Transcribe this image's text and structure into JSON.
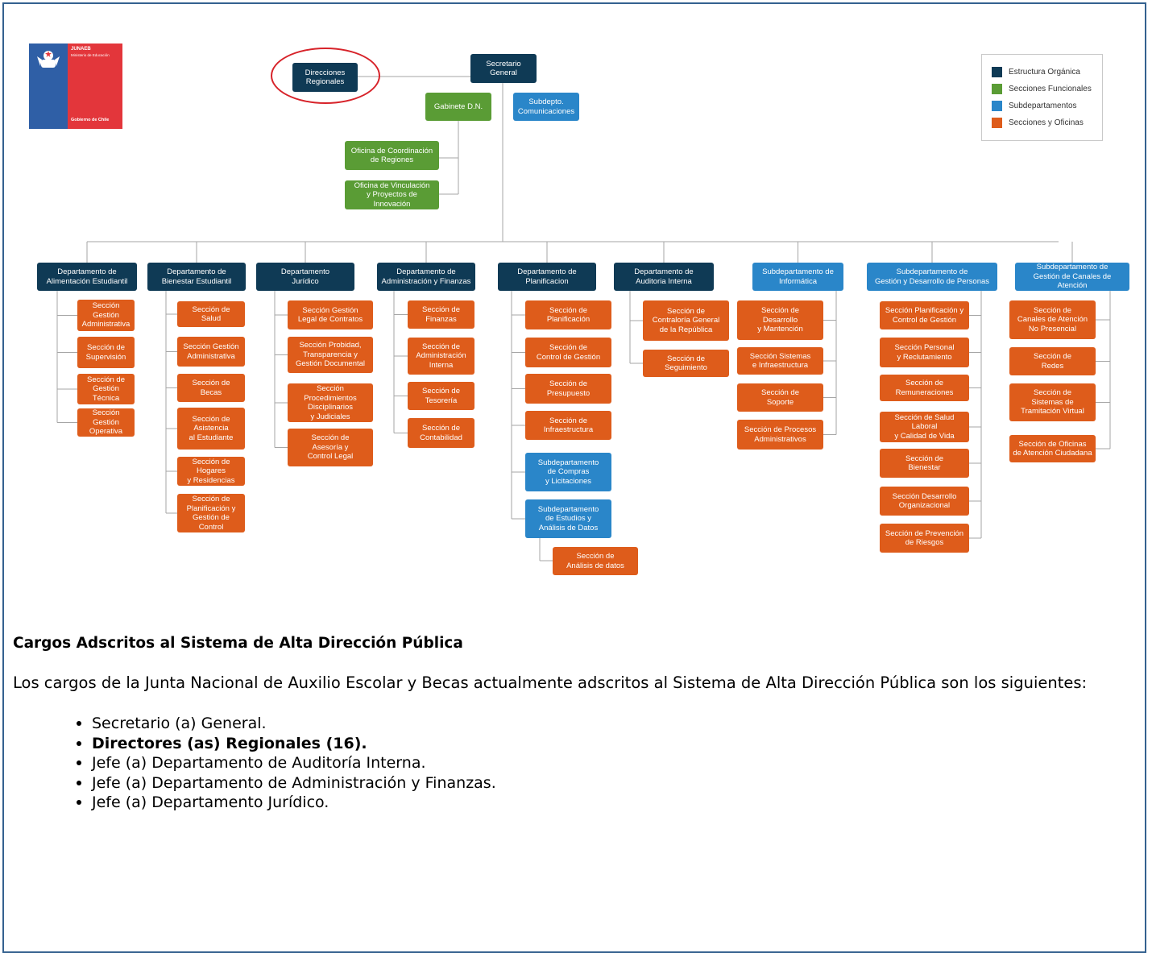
{
  "logo": {
    "name": "JUNAEB",
    "ministry": "Ministerio de Educación",
    "footer": "Gobierno de Chile"
  },
  "colors": {
    "estructura": "#0f3a55",
    "funcional": "#5a9c35",
    "subdepto": "#2a86c9",
    "seccion": "#de5c1b",
    "highlight_circle": "#d7232a"
  },
  "legend": [
    {
      "label": "Estructura Orgánica",
      "color": "#0f3a55"
    },
    {
      "label": "Secciones Funcionales",
      "color": "#5a9c35"
    },
    {
      "label": "Subdepartamentos",
      "color": "#2a86c9"
    },
    {
      "label": "Secciones y Oficinas",
      "color": "#de5c1b"
    }
  ],
  "org": {
    "secretario": "Secretario\nGeneral",
    "direcciones": "Direcciones\nRegionales",
    "gabinete": "Gabinete D.N.",
    "comunicaciones": "Subdepto.\nComunicaciones",
    "oficina_coordinacion": "Oficina de Coordinación\nde Regiones",
    "oficina_vinculacion": "Oficina de Vinculación\ny Proyectos de Innovación",
    "departments": [
      {
        "name": "Departamento de\nAlimentación Estudiantil",
        "children": [
          "Sección Gestión\nAdministrativa",
          "Sección de\nSupervisión",
          "Sección de\nGestión Técnica",
          "Sección Gestión\nOperativa"
        ]
      },
      {
        "name": "Departamento de\nBienestar Estudiantil",
        "children": [
          "Sección de\nSalud",
          "Sección Gestión\nAdministrativa",
          "Sección de\nBecas",
          "Sección de\nAsistencia\nal Estudiante",
          "Sección de Hogares\ny Residencias",
          "Sección de\nPlanificación y\nGestión de Control"
        ]
      },
      {
        "name": "Departamento\nJurídico",
        "children": [
          "Sección Gestión\nLegal de Contratos",
          "Sección Probidad,\nTransparencia y\nGestión Documental",
          "Sección Procedimientos\nDisciplinarios\ny Judiciales",
          "Sección de\nAsesoría y\nControl Legal"
        ]
      },
      {
        "name": "Departamento de\nAdministración y Finanzas",
        "children": [
          "Sección de\nFinanzas",
          "Sección de\nAdministración\nInterna",
          "Sección de\nTesorería",
          "Sección de\nContabilidad"
        ]
      },
      {
        "name": "Departamento de\nPlanificacion",
        "children": [
          "Sección de\nPlanificación",
          "Sección de\nControl de Gestión",
          "Sección de\nPresupuesto",
          "Sección de\nInfraestructura",
          "Subdepartamento\nde Compras\ny Licitaciones",
          "Subdepartamento\nde Estudios y\nAnálisis de Datos"
        ],
        "grandchild": "Sección de\nAnálisis de datos"
      },
      {
        "name": "Departamento de\nAuditoria Interna",
        "children": [
          "Sección de\nContraloría General\nde la República",
          "Sección de\nSeguimiento"
        ]
      },
      {
        "name": "Subdepartamento de\nInformática",
        "children": [
          "Sección de\nDesarrollo\ny Mantención",
          "Sección Sistemas\ne Infraestructura",
          "Sección de\nSoporte",
          "Sección de Procesos\nAdministrativos"
        ]
      },
      {
        "name": "Subdepartamento de\nGestión y Desarrollo de Personas",
        "children": [
          "Sección Planificación y\nControl de Gestión",
          "Sección Personal\ny Reclutamiento",
          "Sección de\nRemuneraciones",
          "Sección de Salud Laboral\ny Calidad de Vida",
          "Sección de\nBienestar",
          "Sección Desarrollo\nOrganizacional",
          "Sección de Prevención\nde Riesgos"
        ]
      },
      {
        "name": "Subdepartamento de\nGestión de Canales de Atención",
        "children": [
          "Sección de\nCanales de Atención\nNo Presencial",
          "Sección de\nRedes",
          "Sección de\nSistemas de\nTramitación Virtual",
          "Sección de Oficinas\nde Atención Ciudadana"
        ]
      }
    ]
  },
  "text": {
    "heading": "Cargos Adscritos al Sistema de Alta Dirección Pública",
    "paragraph": "Los cargos de la Junta Nacional de Auxilio Escolar y Becas actualmente adscritos al Sistema de Alta Dirección Pública son los siguientes:",
    "bullets": [
      {
        "text": "Secretario (a) General.",
        "bold": false
      },
      {
        "text": "Directores (as) Regionales (16).",
        "bold": true
      },
      {
        "text": "Jefe (a) Departamento de Auditoría Interna.",
        "bold": false
      },
      {
        "text": "Jefe (a) Departamento de Administración y Finanzas.",
        "bold": false
      },
      {
        "text": "Jefe (a) Departamento Jurídico.",
        "bold": false
      }
    ]
  }
}
